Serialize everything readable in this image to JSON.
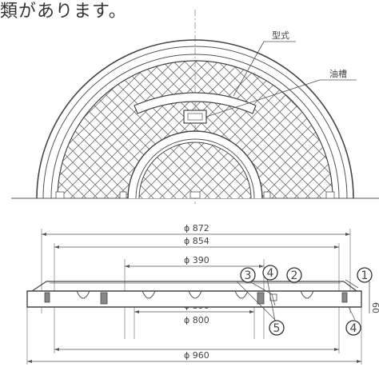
{
  "heading_text": "類があります。",
  "labels": {
    "model": "型式",
    "oil_groove": "油槽"
  },
  "dimensions": {
    "d872": "ϕ 872",
    "d854": "ϕ 854",
    "d390": "ϕ 390",
    "d350": "ϕ 350",
    "d800": "ϕ 800",
    "d960": "ϕ 960",
    "h60": "60"
  },
  "part_numbers": {
    "p1": "1",
    "p2": "2",
    "p3": "3",
    "p4": "4",
    "p5": "5"
  }
}
